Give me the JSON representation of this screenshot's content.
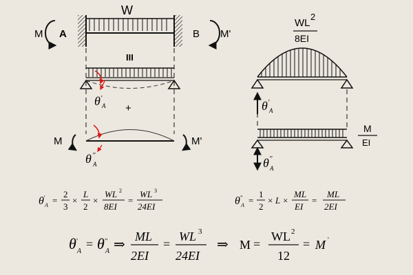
{
  "labels": {
    "load_w": "W",
    "moment_m": "M",
    "moment_m_prime": "M'",
    "support_a": "A",
    "support_b": "B",
    "equivalent": "III",
    "plus": "+",
    "theta": "θ",
    "prime": "'",
    "dprime": "\"",
    "sub_a": "A",
    "parabola_num": "WL",
    "parabola_exp": "2",
    "parabola_den": "8EI",
    "rect_num": "M",
    "rect_den": "EI"
  },
  "equations": {
    "eq1": {
      "frac1_num": "2",
      "frac1_den": "3",
      "times": "×",
      "frac2_num": "L",
      "frac2_den": "2",
      "frac3_num": "WL",
      "frac3_exp": "2",
      "frac3_den": "8EI",
      "eq": "=",
      "frac4_num": "WL",
      "frac4_exp": "3",
      "frac4_den": "24EI"
    },
    "eq2": {
      "frac1_num": "1",
      "frac1_den": "2",
      "times": "×",
      "l": "L",
      "frac2_num": "ML",
      "frac2_den": "EI",
      "eq": "=",
      "frac3_num": "ML",
      "frac3_den": "2EI"
    },
    "eq3": {
      "eq": "=",
      "arrow": "⇒",
      "frac1_num": "ML",
      "frac1_den": "2EI",
      "frac2_num": "WL",
      "frac2_exp": "3",
      "frac2_den": "24EI",
      "m": "M",
      "frac3_num": "WL",
      "frac3_exp": "2",
      "frac3_den": "12",
      "m_prime": "M"
    }
  }
}
